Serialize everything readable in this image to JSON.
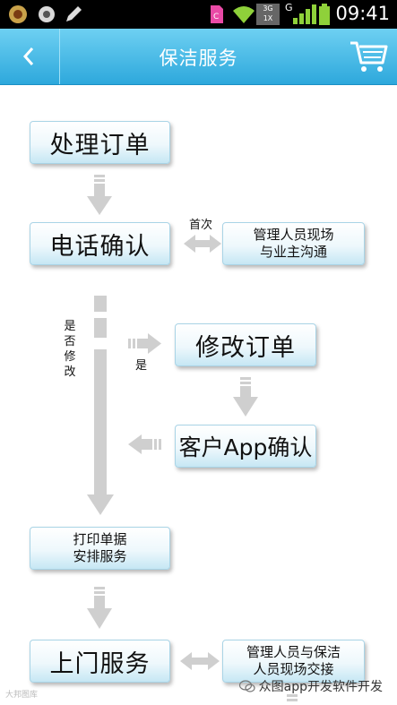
{
  "status_bar": {
    "time": "09:41",
    "network_label": "3G",
    "sim_label": "1X",
    "signal_label": "G"
  },
  "header": {
    "title": "保洁服务"
  },
  "flow": {
    "step_process_order": "处理订单",
    "step_phone_confirm": "电话确认",
    "step_modify_order": "修改订单",
    "step_client_confirm": "客户App确认",
    "step_print_receipt": "打印单据\n安排服务",
    "step_home_service": "上门服务",
    "side_manager_talk": "管理人员现场\n与业主沟通",
    "side_manager_handover": "管理人员与保洁\n人员现场交接",
    "label_first_time": "首次",
    "label_modify_question": "是否修改",
    "label_yes": "是"
  },
  "footer": {
    "left_watermark": "大邦图库",
    "right_watermark": "众图app开发软件开发"
  },
  "colors": {
    "accent": "#2da8dc",
    "arrow": "#cfcfcf",
    "box_border": "#a9d4e6"
  }
}
